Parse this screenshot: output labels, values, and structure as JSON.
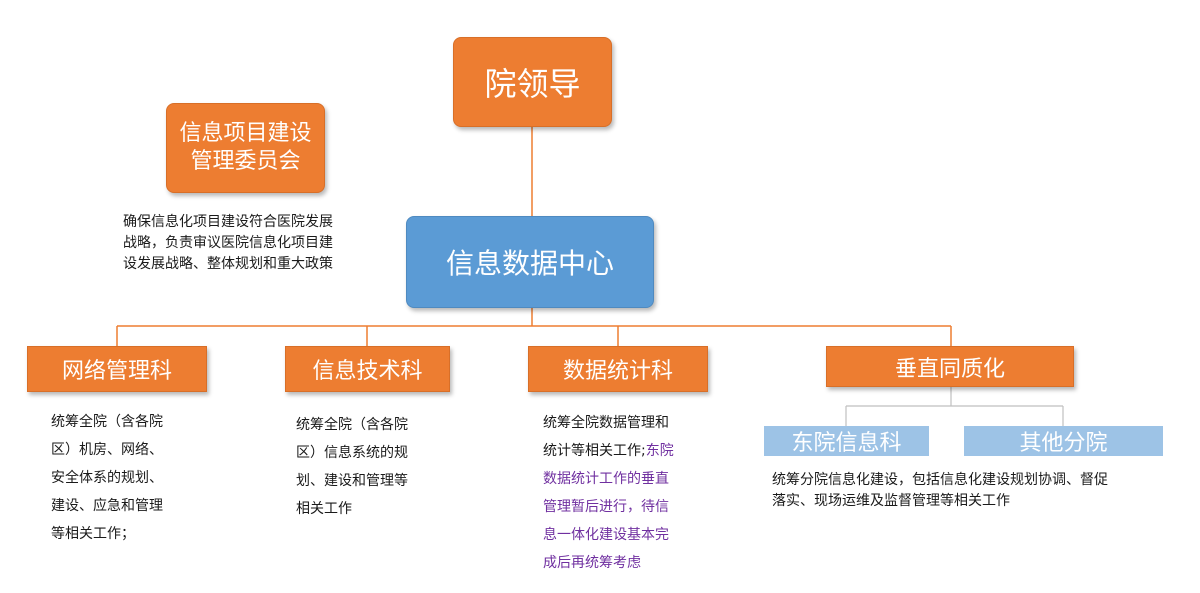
{
  "diagram": {
    "nodes": {
      "leadership": "院领导",
      "committee_line1": "信息项目建设",
      "committee_line2": "管理委员会",
      "center": "信息数据中心",
      "network": "网络管理科",
      "infotech": "信息技术科",
      "datastat": "数据统计科",
      "vertical": "垂直同质化",
      "east": "东院信息科",
      "other": "其他分院"
    },
    "descriptions": {
      "committee": [
        "确保信息化项目建设符合医院发展",
        "战略，负责审议医院信息化项目建",
        "设发展战略、整体规划和重大政策"
      ],
      "network": [
        "统筹全院（含各院",
        "区）机房、网络、",
        "安全体系的规划、",
        "建设、应急和管理",
        "等相关工作；"
      ],
      "infotech": [
        "统筹全院（含各院",
        "区）信息系统的规",
        "划、建设和管理等",
        "相关工作"
      ],
      "datastat": {
        "line1": "统筹全院数据管理和",
        "line2_black": "统计等相关工作;",
        "line2_purple": "东院",
        "purple_lines": [
          "数据统计工作的垂直",
          "管理暂后进行，待信",
          "息一体化建设基本完",
          "成后再统筹考虑"
        ]
      },
      "vertical": [
        "统筹分院信息化建设，包括信息化建设规划协调、督促",
        "落实、现场运维及监督管理等相关工作"
      ]
    },
    "colors": {
      "orange": "#ED7D31",
      "blue": "#5B9BD5",
      "light_blue": "#9DC3E6",
      "connector": "#ED7D31",
      "gray_connector": "#bfbfbf",
      "purple_text": "#7030A0"
    }
  }
}
